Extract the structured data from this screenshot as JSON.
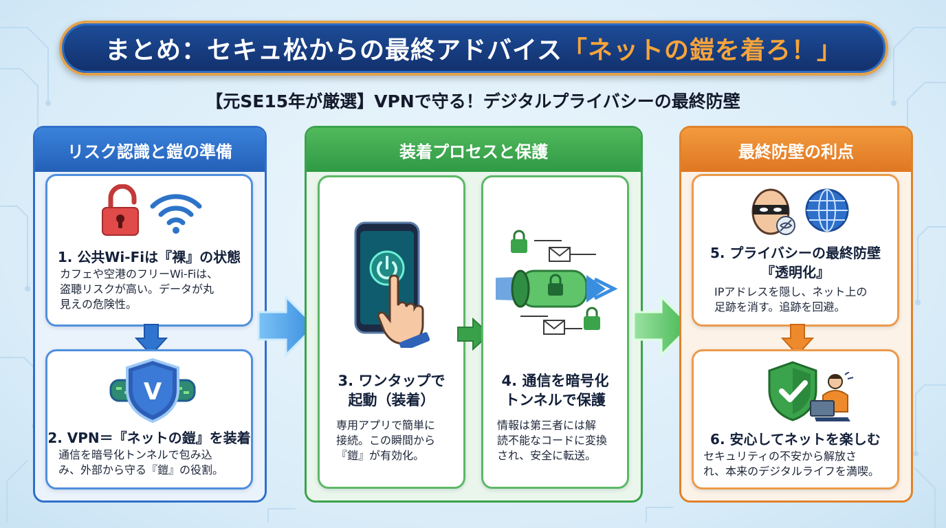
{
  "title": {
    "main": "まとめ：セキュ松からの最終アドバイス",
    "accent": "「ネットの鎧を着ろ！」"
  },
  "subtitle": "【元SE15年が厳選】VPNで守る！デジタルプライバシーの最終防壁",
  "panels": {
    "left": {
      "heading": "リスク認識と鎧の準備",
      "cards": [
        {
          "title": "1. 公共Wi-Fiは『裸』の状態",
          "lines": [
            "カフェや空港のフリーWi-Fiは、",
            "盗聴リスクが高い。データが丸",
            "見えの危険性。"
          ]
        },
        {
          "title": "2. VPN＝『ネットの鎧』を装着",
          "lines": [
            "通信を暗号化トンネルで包み込",
            "み、外部から守る『鎧』の役割。"
          ]
        }
      ]
    },
    "middle": {
      "heading": "装着プロセスと保護",
      "cards": [
        {
          "title_lines": [
            "3. ワンタップで",
            "起動（装着）"
          ],
          "lines": [
            "専用アプリで簡単に",
            "接続。この瞬間から",
            "『鎧』が有効化。"
          ]
        },
        {
          "title_lines": [
            "4. 通信を暗号化",
            "トンネルで保護"
          ],
          "lines": [
            "情報は第三者には解",
            "読不能なコードに変換",
            "され、安全に転送。"
          ]
        }
      ]
    },
    "right": {
      "heading": "最終防壁の利点",
      "cards": [
        {
          "title_lines": [
            "5. プライバシーの最終防壁",
            "『透明化』"
          ],
          "lines": [
            "IPアドレスを隠し、ネット上の",
            "足跡を消す。追跡を回避。"
          ]
        },
        {
          "title": "6. 安心してネットを楽しむ",
          "lines": [
            "セキュリティの不安から解放さ",
            "れ、本来のデジタルライフを満喫。"
          ]
        }
      ]
    }
  },
  "icons": [
    "unlocked-padlock-icon",
    "wifi-icon",
    "down-arrow-icon",
    "vpn-shield-icon",
    "right-arrow-icon",
    "smartphone-power-icon",
    "tap-hand-icon",
    "encrypted-tunnel-icon",
    "masked-person-icon",
    "globe-icon",
    "shield-check-icon",
    "person-laptop-icon"
  ],
  "colors": {
    "title_bg": "#12306b",
    "title_accent": "#f7a43b",
    "blue": "#2f6fca",
    "green": "#3aa34b",
    "orange": "#e0822a"
  }
}
